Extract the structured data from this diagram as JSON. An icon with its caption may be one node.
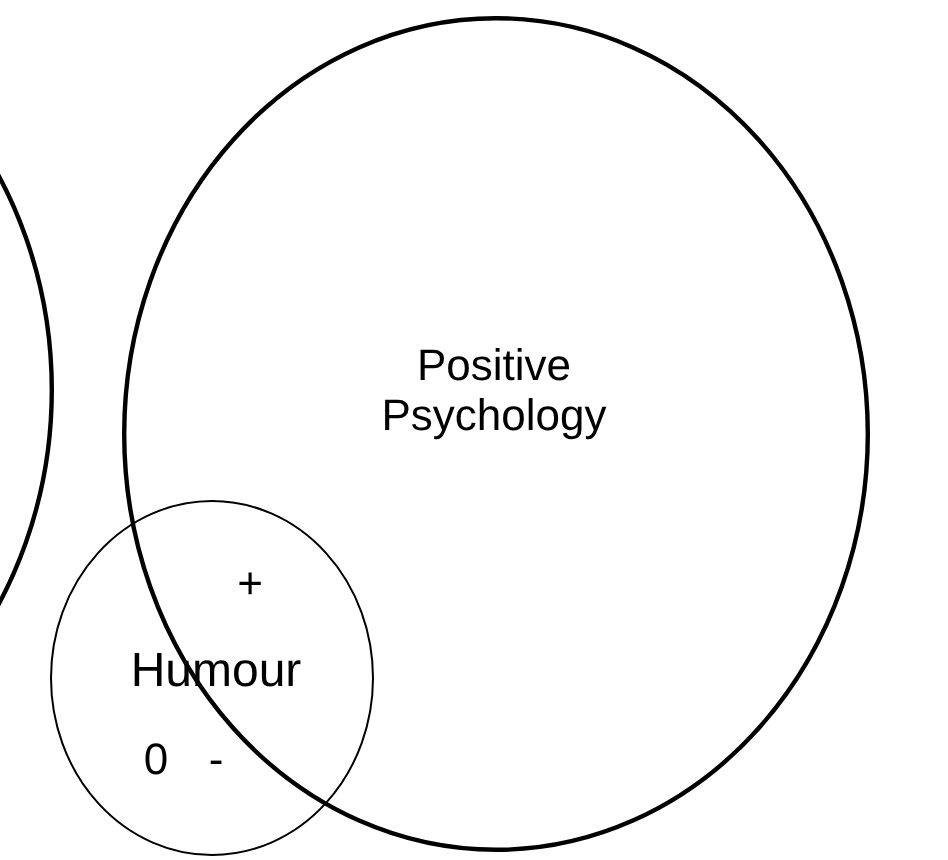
{
  "diagram": {
    "nodes": [
      {
        "text": [],
        "shape": "circle"
      },
      {
        "text": [
          "Positive Psychology"
        ]
      },
      {
        "text": [
          "+",
          "Humour",
          "0",
          "-"
        ]
      }
    ]
  }
}
